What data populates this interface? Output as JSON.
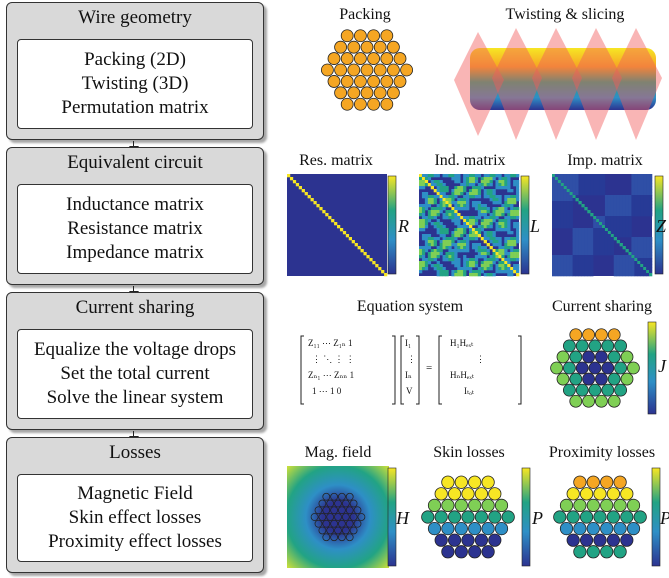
{
  "steps": [
    {
      "title": "Wire geometry",
      "items": [
        "Packing (2D)",
        "Twisting (3D)",
        "Permutation matrix"
      ]
    },
    {
      "title": "Equivalent circuit",
      "items": [
        "Inductance matrix",
        "Resistance matrix",
        "Impedance matrix"
      ]
    },
    {
      "title": "Current sharing",
      "items": [
        "Equalize the voltage drops",
        "Set the total current",
        "Solve the linear system"
      ]
    },
    {
      "title": "Losses",
      "items": [
        "Magnetic Field",
        "Skin effect losses",
        "Proximity effect losses"
      ]
    }
  ],
  "panels": {
    "packing": "Packing",
    "twisting": "Twisting & slicing",
    "res": "Res. matrix",
    "ind": "Ind. matrix",
    "imp": "Imp. matrix",
    "equation": "Equation system",
    "current": "Current sharing",
    "mag": "Mag. field",
    "skin": "Skin losses",
    "prox": "Proximity losses"
  },
  "symbols": {
    "R": "R",
    "L": "L",
    "Z": "Z",
    "J": "J",
    "H": "H",
    "P1": "P",
    "P2": "P"
  },
  "equation": {
    "matrix": [
      "Z₁₁ ⋯ Z₁ₙ 1",
      "⋮ ⋱ ⋮ ⋮",
      "Zₙ₁ ⋯ Zₙₙ 1",
      "1 ⋯ 1 0"
    ],
    "unknowns": [
      "I₁",
      "⋮",
      "Iₙ",
      "V"
    ],
    "equals": "=",
    "rhs": [
      "H₁Hₑₓₜ",
      "⋮",
      "HₙHₑₓₜ",
      "Iₜₒₜ"
    ]
  },
  "colors": {
    "orange": "#f5a623",
    "dark_blue": "#2c3390",
    "yellow": "#f7e624",
    "teal": "#22a384",
    "green": "#7fcf55",
    "mid_blue": "#2e8fc6"
  }
}
